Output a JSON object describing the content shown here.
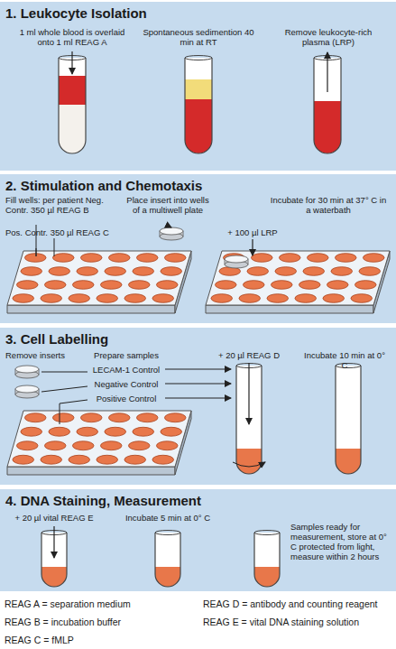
{
  "diagram": {
    "nodes": [
      {
        "text": [
          "1. Leukocyte Isolation"
        ]
      },
      {
        "text": [
          "2. Stimulation and Chemotaxis"
        ]
      },
      {
        "text": [
          "3. Cell Labelling"
        ]
      },
      {
        "text": [
          "4. DNA Staining, Measurement"
        ]
      }
    ],
    "labels": [
      "1 ml whole blood is overlaid onto 1 ml REAG A",
      "Spontaneous sedimention 40 min at RT",
      "Remove leukocyte-rich plasma (LRP)",
      "Fill wells: per patient Neg. Contr. 350 µl REAG B",
      "Pos. Contr. 350 µl REAG C",
      "Place insert into wells of a multiwell plate",
      "Incubate for 30 min at 37° C in a waterbath",
      "+ 100 µl LRP",
      "Remove inserts",
      "Prepare samples",
      "LECAM-1 Control",
      "Negative Control",
      "Positive Control",
      "+ 20 µl REAG D",
      "Incubate 10 min at 0° C",
      "+ 20 µl vital REAG E",
      "Incubate 5 min at 0° C",
      "Samples ready for measurement, store at 0° C protected from light, measure within 2 hours",
      "REAG A = separation medium",
      "REAG B = incubation buffer",
      "REAG C = fMLP",
      "REAG D = antibody and counting reagent",
      "REAG E = vital DNA staining solution"
    ]
  }
}
